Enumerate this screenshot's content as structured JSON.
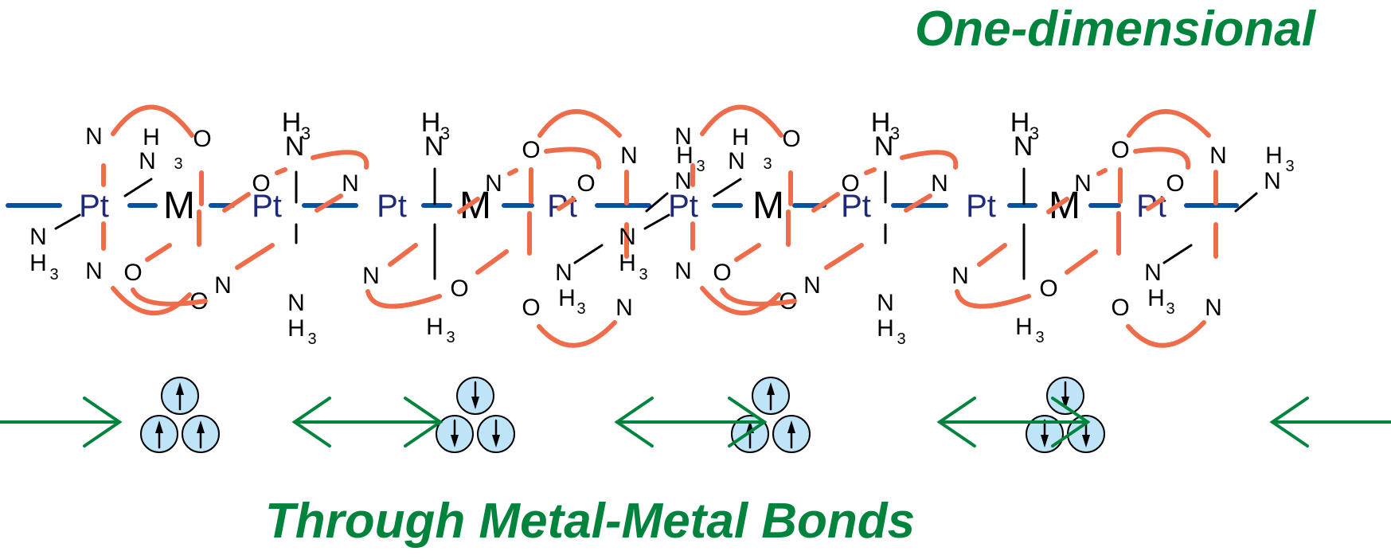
{
  "title": "One-dimensional",
  "caption": "Through Metal-Metal Bonds",
  "colors": {
    "title_green": "#00843d",
    "arrow_green": "#00843d",
    "metal_bond_blue": "#0a4fa0",
    "pt_label": "#1e2a78",
    "bridging_ligand": "#ee6c4a",
    "ammine_bond": "#000000",
    "spin_fill": "#bfe3f7"
  },
  "labels": {
    "pt": "Pt",
    "metal": "M",
    "nitrogen": "N",
    "oxygen": "O",
    "h3": "H",
    "sub3": "3"
  },
  "chain": {
    "units": [
      {
        "index": 1,
        "type": "A",
        "spin": "up"
      },
      {
        "index": 2,
        "type": "B",
        "spin": "down"
      },
      {
        "index": 3,
        "type": "A",
        "spin": "up"
      },
      {
        "index": 4,
        "type": "B",
        "spin": "down"
      }
    ],
    "coupling_arrows": [
      {
        "kind": "right-only"
      },
      {
        "kind": "double"
      },
      {
        "kind": "double"
      },
      {
        "kind": "double"
      },
      {
        "kind": "left-only"
      }
    ]
  }
}
